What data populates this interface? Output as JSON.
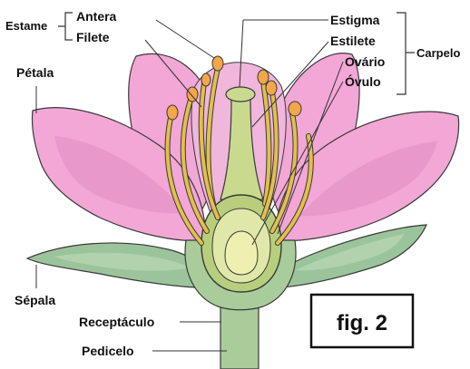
{
  "labels": {
    "estame": "Estame",
    "antera": "Antera",
    "filete": "Filete",
    "petala": "Pétala",
    "estigma": "Estigma",
    "estilete": "Estilete",
    "ovario": "Ovário",
    "ovulo": "Óvulo",
    "carpelo": "Carpelo",
    "sepala": "Sépala",
    "receptaculo": "Receptáculo",
    "pedicelo": "Pedicelo"
  },
  "figure_tag": "fig. 2",
  "colors": {
    "petal_fill": "#f2a7d6",
    "petal_dark": "#d77ab8",
    "sepal_fill": "#9bc49a",
    "sepal_dark": "#6e9a6e",
    "receptacle_fill": "#a9cc9b",
    "pistil_fill": "#c9da8e",
    "ovary_inner": "#dfe8a8",
    "ovule_fill": "#eef0b0",
    "filament_fill": "#e1c04b",
    "anther_fill": "#f3a64a",
    "outline": "#3a3a3a"
  }
}
